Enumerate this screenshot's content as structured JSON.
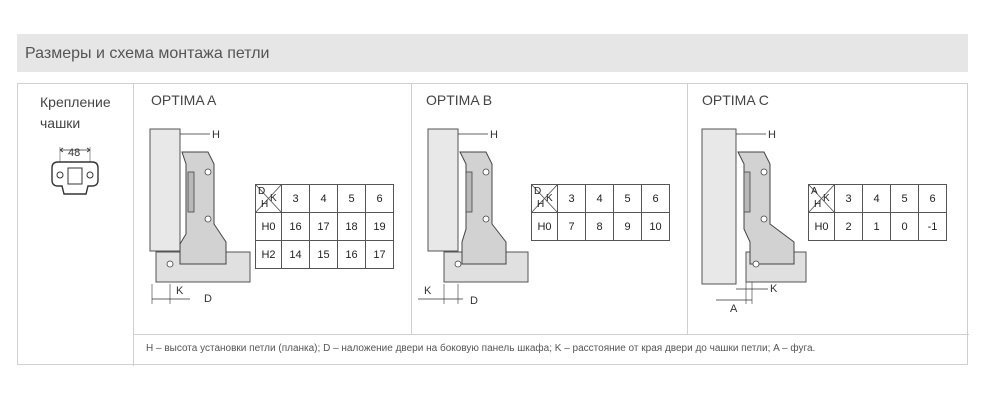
{
  "header": {
    "title": "Размеры и схема монтажа петли"
  },
  "mount": {
    "label_line1": "Крепление",
    "label_line2": "чашки",
    "dimension": "48"
  },
  "columns": [
    {
      "title": "OPTIMA A",
      "corner": {
        "top": "D",
        "right": "K",
        "bottom": "H"
      },
      "header_values": [
        "3",
        "4",
        "5",
        "6"
      ],
      "rows": [
        {
          "label": "H0",
          "values": [
            "16",
            "17",
            "18",
            "19"
          ]
        },
        {
          "label": "H2",
          "values": [
            "14",
            "15",
            "16",
            "17"
          ]
        }
      ],
      "drawing_labels": {
        "h": "H",
        "k": "K",
        "d": "D"
      }
    },
    {
      "title": "OPTIMA B",
      "corner": {
        "top": "D",
        "right": "K",
        "bottom": "H"
      },
      "header_values": [
        "3",
        "4",
        "5",
        "6"
      ],
      "rows": [
        {
          "label": "H0",
          "values": [
            "7",
            "8",
            "9",
            "10"
          ]
        }
      ],
      "drawing_labels": {
        "h": "H",
        "k": "K",
        "d": "D"
      }
    },
    {
      "title": "OPTIMA C",
      "corner": {
        "top": "A",
        "right": "K",
        "bottom": "H"
      },
      "header_values": [
        "3",
        "4",
        "5",
        "6"
      ],
      "rows": [
        {
          "label": "H0",
          "values": [
            "2",
            "1",
            "0",
            "-1"
          ]
        }
      ],
      "drawing_labels": {
        "h": "H",
        "k": "K",
        "a": "A"
      }
    }
  ],
  "footnote": "H – высота установки петли (планка); D – наложение двери на боковую панель шкафа; K – расстояние от края двери до чашки петли; A – фуга."
}
